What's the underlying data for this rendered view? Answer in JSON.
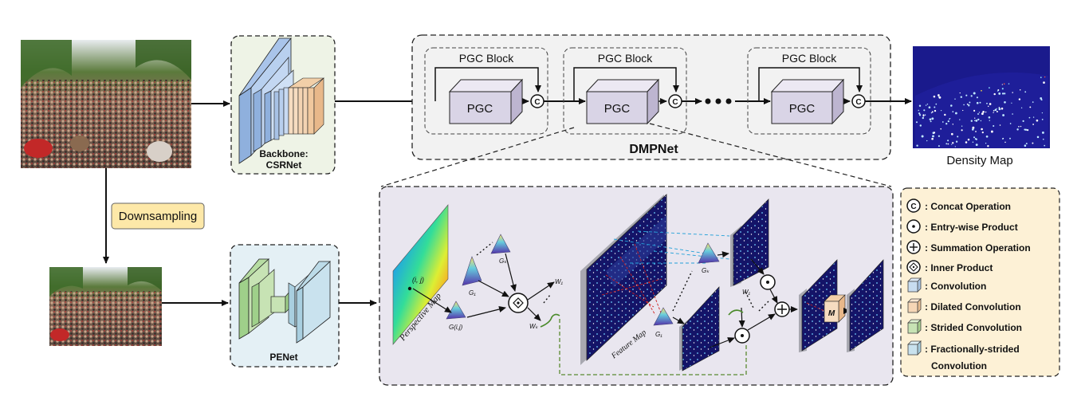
{
  "backbone": {
    "title_line1": "Backbone:",
    "title_line2": "CSRNet"
  },
  "downsampling_label": "Downsampling",
  "penet_label": "PENet",
  "dmpnet": {
    "label": "DMPNet",
    "block_title": "PGC Block",
    "pgc_label": "PGC",
    "concat_symbol": "C"
  },
  "density_map_label": "Density Map",
  "detail": {
    "perspective_map_label": "Perspective Map",
    "feature_map_label": "Feature Map",
    "point_label": "(i, j)"
  },
  "legend": {
    "items": [
      {
        "icon": "concat-icon",
        "text": ": Concat Operation"
      },
      {
        "icon": "entry-wise-product-icon",
        "text": ": Entry-wise Product"
      },
      {
        "icon": "summation-icon",
        "text": ": Summation Operation"
      },
      {
        "icon": "inner-product-icon",
        "text": ": Inner Product"
      },
      {
        "icon": "convolution-cube-icon",
        "text": ": Convolution",
        "color": "#c8dcf0"
      },
      {
        "icon": "dilated-convolution-cube-icon",
        "text": ": Dilated Convolution",
        "color": "#f6d6b6"
      },
      {
        "icon": "strided-convolution-cube-icon",
        "text": ": Strided Convolution",
        "color": "#c7e3b4"
      },
      {
        "icon": "fractionally-strided-cube-icon",
        "text": ": Fractionally-strided",
        "text2": "Convolution",
        "color": "#c9e2ee"
      }
    ]
  },
  "colors": {
    "pgc_face": "#d9d4e6",
    "dmpnet_bg": "#f2f2f2",
    "backbone_bg": "#eef3e6",
    "penet_bg": "#e4f0f5",
    "detail_bg": "#e9e6ef",
    "legend_bg": "#fdf1d6",
    "downsampling_bg": "#fde8a8",
    "density_bg": "#1a1a8c"
  }
}
